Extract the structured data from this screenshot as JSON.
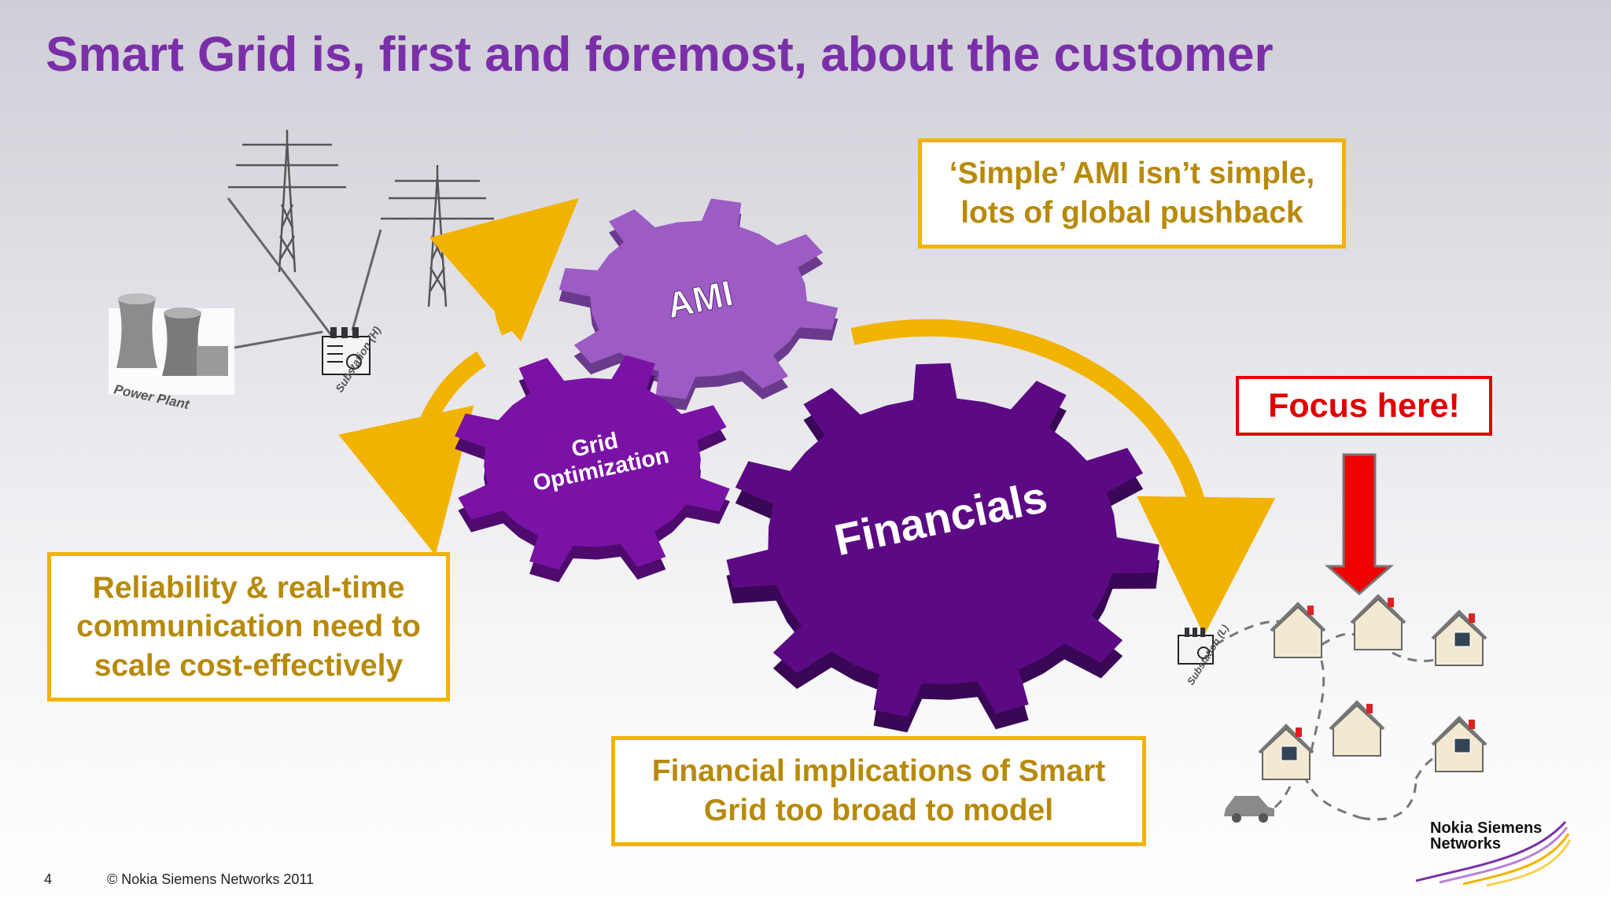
{
  "title": "Smart Grid is, first and foremost, about the customer",
  "callouts": {
    "ami_line1": "‘Simple’ AMI isn’t simple,",
    "ami_line2": "lots of global pushback",
    "rel_line1": "Reliability & real-time",
    "rel_line2": "communication need to",
    "rel_line3": "scale cost-effectively",
    "fin_line1": "Financial implications of Smart",
    "fin_line2": "Grid too broad to model"
  },
  "focus": "Focus here!",
  "gears": {
    "ami": "AMI",
    "grid_line1": "Grid",
    "grid_line2": "Optimization",
    "financials": "Financials"
  },
  "labels": {
    "power_plant": "Power Plant",
    "substation_h": "Substation (H)",
    "substation_l": "Substation (L)"
  },
  "footer": {
    "page_number": "4",
    "copyright": "© Nokia Siemens Networks 2011"
  },
  "logo": {
    "line1": "Nokia Siemens",
    "line2": "Networks"
  },
  "colors": {
    "title": "#7a2fa8",
    "callout_border": "#f2b300",
    "callout_text": "#b88a0b",
    "focus_red": "#e00000",
    "gear_ami": "#9c5cc4",
    "gear_grid": "#7b12a6",
    "gear_financials": "#5c0a84"
  }
}
